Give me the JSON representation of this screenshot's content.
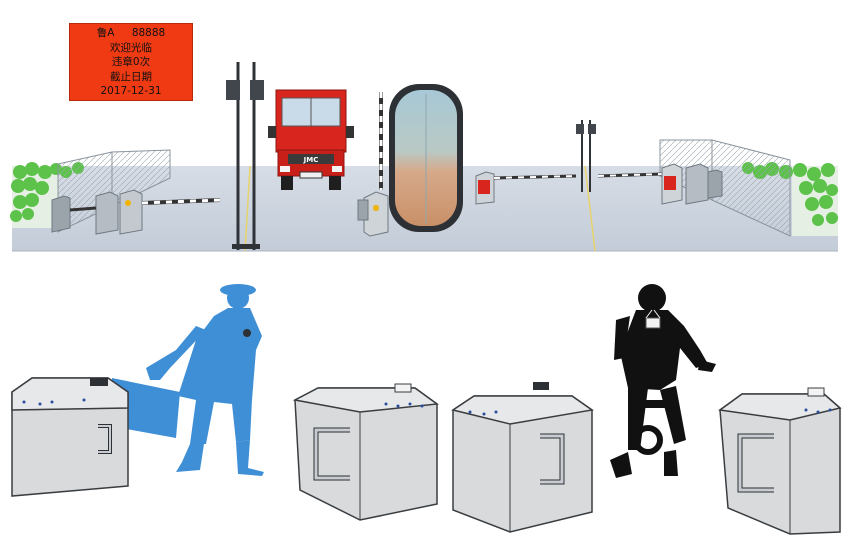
{
  "sign": {
    "plate_prefix": "鲁A",
    "plate_number": "88888",
    "welcome": "欢迎光临",
    "violations": "违章0次",
    "expiry_label": "截止日期",
    "expiry_date": "2017-12-31"
  },
  "truck": {
    "brand": "JMC"
  },
  "colors": {
    "sign_bg": "#ef3a13",
    "truck_red": "#d8261f",
    "pedestrian_blue": "#3f8fd6",
    "cyclist_black": "#111111",
    "gate_body": "#d9dadc",
    "road": "#c9d1dc",
    "hedge_green": "#5cc24a"
  },
  "icons": [
    "hedge-icon",
    "fence-icon",
    "barrier-gate-icon",
    "camera-pole-icon",
    "truck-icon",
    "guard-booth-icon",
    "turnstile-icon",
    "pedestrian-icon",
    "cyclist-icon"
  ]
}
